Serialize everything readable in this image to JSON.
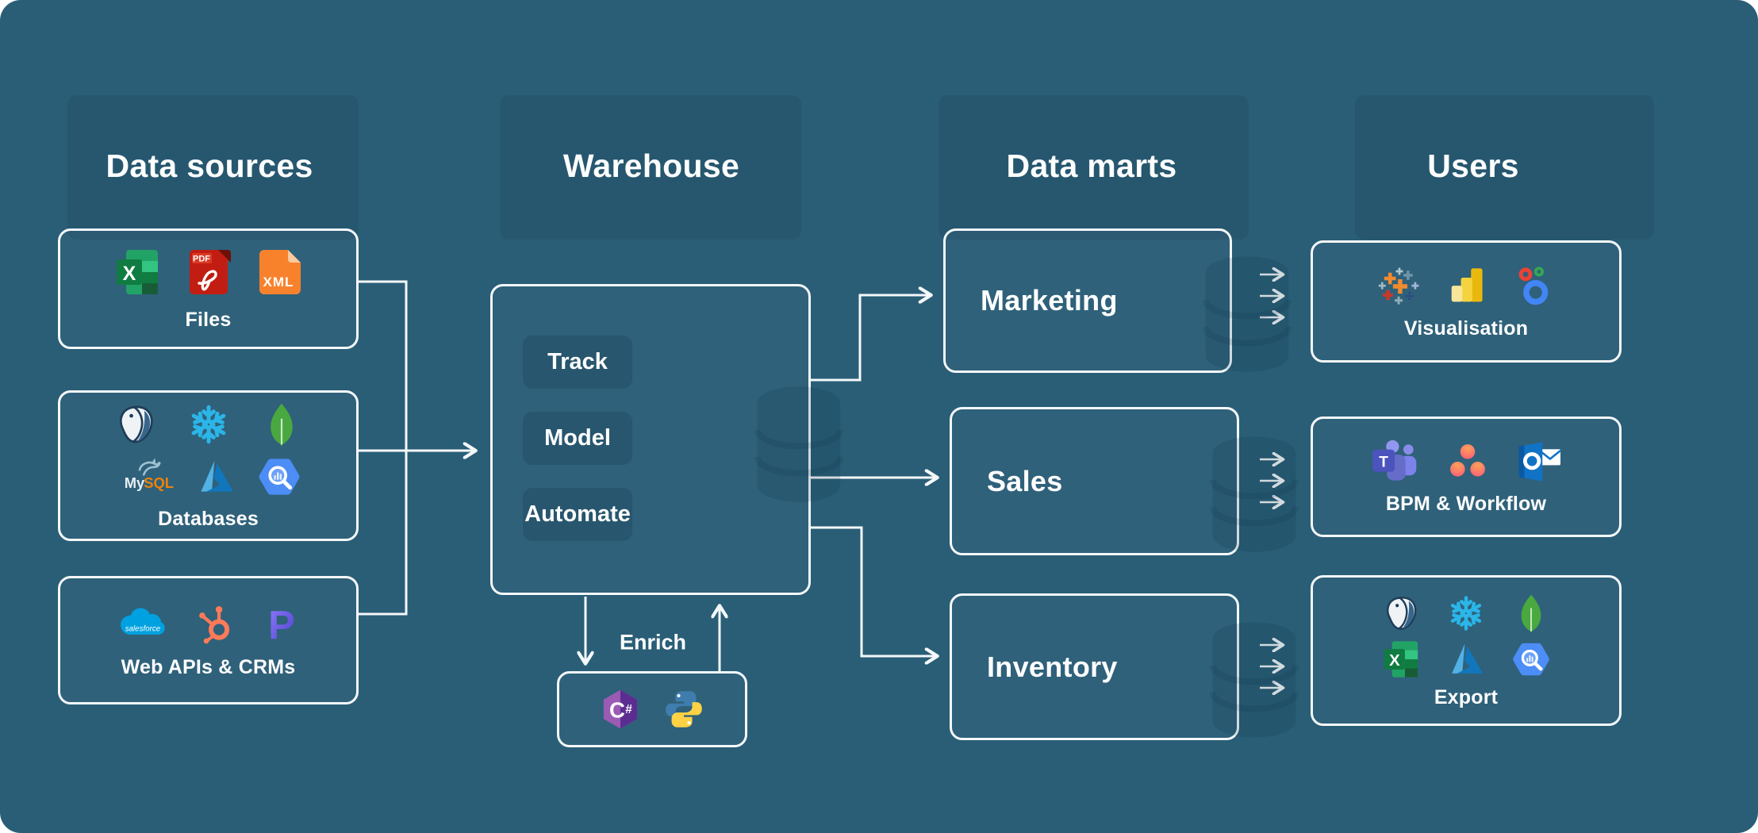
{
  "colors": {
    "background": "#2A5E77",
    "line": "#F4F8FA",
    "box_border": "#F4F8FA",
    "snowflake_blue": "#2BB5E8",
    "mongodb_green": "#49A83F",
    "hubspot_orange": "#FF7A59",
    "powerbi_yellow": "#E8B80C",
    "salesforce_blue": "#00A1E0"
  },
  "headers": {
    "data_sources": "Data sources",
    "warehouse": "Warehouse",
    "data_marts": "Data marts",
    "users": "Users"
  },
  "data_sources": {
    "files": {
      "label": "Files",
      "icons": [
        "excel-icon",
        "pdf-icon",
        "xml-icon"
      ]
    },
    "databases": {
      "label": "Databases",
      "icons": [
        "postgresql-icon",
        "snowflake-icon",
        "mongodb-icon",
        "mysql-icon",
        "azure-icon",
        "bigquery-icon"
      ]
    },
    "web_apis": {
      "label": "Web APIs & CRMs",
      "icons": [
        "salesforce-icon",
        "hubspot-icon",
        "pipedrive-icon"
      ]
    }
  },
  "warehouse": {
    "steps": [
      {
        "label": "Track"
      },
      {
        "label": "Model"
      },
      {
        "label": "Automate"
      }
    ],
    "enrich": {
      "label": "Enrich",
      "icons": [
        "csharp-icon",
        "python-icon"
      ]
    }
  },
  "data_marts": [
    {
      "label": "Marketing"
    },
    {
      "label": "Sales"
    },
    {
      "label": "Inventory"
    }
  ],
  "users": [
    {
      "label": "Visualisation",
      "icons": [
        "tableau-icon",
        "powerbi-icon",
        "looker-icon"
      ]
    },
    {
      "label": "BPM & Workflow",
      "icons": [
        "teams-icon",
        "asana-icon",
        "outlook-icon"
      ]
    },
    {
      "label": "Export",
      "icons": [
        "postgresql-icon",
        "snowflake-icon",
        "mongodb-icon",
        "excel-icon",
        "azure-icon",
        "bigquery-icon"
      ]
    }
  ],
  "flows": [
    "Files → Warehouse",
    "Databases → Warehouse",
    "Web APIs & CRMs → Warehouse",
    "Warehouse ⇄ Enrich (C#, Python)",
    "Warehouse → Marketing",
    "Warehouse → Sales",
    "Warehouse → Inventory",
    "Marketing → Visualisation",
    "Sales → BPM & Workflow",
    "Inventory → Export"
  ]
}
